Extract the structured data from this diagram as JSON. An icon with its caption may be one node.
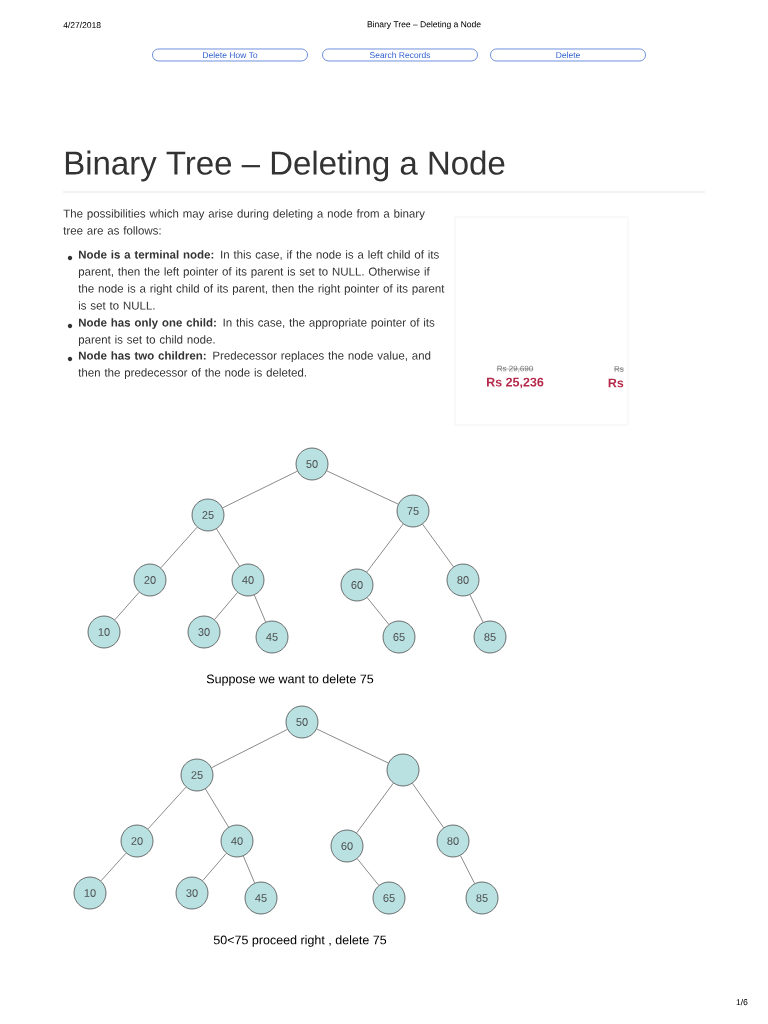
{
  "diagram": {
    "title": "Binary Tree – Deleting a Node",
    "nodes": [
      {
        "text": [
          "Delete How To"
        ]
      },
      {
        "text": [
          "Search Records"
        ]
      },
      {
        "text": [
          "Delete"
        ]
      },
      {
        "text": [
          "Rs 29,690",
          "Rs 25,236",
          "Rs",
          "Rs"
        ]
      },
      {
        "text": [
          "50"
        ]
      },
      {
        "text": [
          "25"
        ]
      },
      {
        "text": [
          "75"
        ]
      },
      {
        "text": [
          "20"
        ]
      },
      {
        "text": [
          "40"
        ]
      },
      {
        "text": [
          "60"
        ]
      },
      {
        "text": [
          "80"
        ]
      },
      {
        "text": [
          "10"
        ]
      },
      {
        "text": [
          "30"
        ]
      },
      {
        "text": [
          "45"
        ]
      },
      {
        "text": [
          "65"
        ]
      },
      {
        "text": [
          "85"
        ]
      },
      {
        "text": [
          "50"
        ]
      },
      {
        "text": [
          "25"
        ]
      },
      {
        "text": [],
        "shape": "circle"
      },
      {
        "text": [
          "20"
        ]
      },
      {
        "text": [
          "40"
        ]
      },
      {
        "text": [
          "60"
        ]
      },
      {
        "text": [
          "80"
        ]
      },
      {
        "text": [
          "10"
        ]
      },
      {
        "text": [
          "30"
        ]
      },
      {
        "text": [
          "45"
        ]
      },
      {
        "text": [
          "65"
        ]
      },
      {
        "text": [
          "85"
        ]
      }
    ],
    "edges": [
      {
        "from": 4,
        "to": 5,
        "arrow": "none"
      },
      {
        "from": 4,
        "to": 6,
        "arrow": "none"
      },
      {
        "from": 5,
        "to": 7,
        "arrow": "none"
      },
      {
        "from": 5,
        "to": 8,
        "arrow": "none"
      },
      {
        "from": 6,
        "to": 9,
        "arrow": "none"
      },
      {
        "from": 6,
        "to": 10,
        "arrow": "none"
      },
      {
        "from": 7,
        "to": 11,
        "arrow": "none"
      },
      {
        "from": 8,
        "to": 12,
        "arrow": "none"
      },
      {
        "from": 8,
        "to": 13,
        "arrow": "none"
      },
      {
        "from": 9,
        "to": 14,
        "arrow": "none"
      },
      {
        "from": 10,
        "to": 15,
        "arrow": "none"
      },
      {
        "from": 16,
        "to": 17,
        "arrow": "none"
      },
      {
        "from": 16,
        "to": 18,
        "arrow": "none"
      },
      {
        "from": 17,
        "to": 19,
        "arrow": "none"
      },
      {
        "from": 17,
        "to": 20,
        "arrow": "none"
      },
      {
        "from": 18,
        "to": 21,
        "arrow": "none"
      },
      {
        "from": 18,
        "to": 22,
        "arrow": "none"
      },
      {
        "from": 19,
        "to": 23,
        "arrow": "none"
      },
      {
        "from": 20,
        "to": 24,
        "arrow": "none"
      },
      {
        "from": 20,
        "to": 25,
        "arrow": "none"
      },
      {
        "from": 21,
        "to": 26,
        "arrow": "none"
      },
      {
        "from": 22,
        "to": 27,
        "arrow": "none"
      }
    ],
    "labels": [
      "4/27/2018",
      "Binary Tree – Deleting a Node",
      "The possibilities which may arise during deleting a node from a binary tree are as follows:",
      "**Node is a terminal node:** In this case, if the node is a left child of its parent, then the left pointer of its parent is set to NULL. Otherwise if the node is a right child of its parent, then the right pointer of its parent is set to NULL.",
      "**Node has only one child:** In this case, the appropriate pointer of its parent is set to child node.",
      "**Node has two children:** Predecessor replaces the node value, and then the predecessor of the node is deleted.",
      "Suppose we want to delete 75",
      "50<75 proceed right , delete 75",
      "1/6"
    ]
  }
}
